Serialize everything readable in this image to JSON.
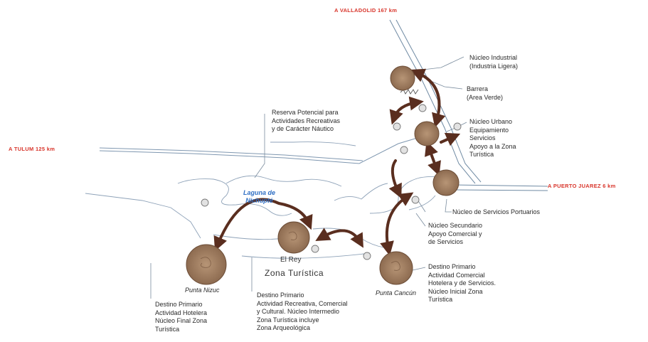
{
  "roads": {
    "valladolid": "A  VALLADOLID   167  km",
    "tulum": "A  TULUM  125  km",
    "puerto_juarez": "A  PUERTO JUAREZ    6  km"
  },
  "colors": {
    "node_fill": "#9c7a5e",
    "arrow": "#5a2e1f",
    "road_label": "#d8342a",
    "lagoon_label": "#2f6fc4",
    "outline": "#7f97b0"
  },
  "lagoon": {
    "line1": "Laguna de",
    "line2": "Nichupté"
  },
  "places": {
    "punta_nizuc": "Punta Nizuc",
    "el_rey": "El Rey",
    "zona_turistica": "Zona  Turística",
    "punta_cancun": "Punta Cancún"
  },
  "labels": {
    "industrial": [
      "Núcleo Industrial",
      "(Industria Ligera)"
    ],
    "barrera": [
      "Barrera",
      "(Area Verde)"
    ],
    "urbano": [
      "Núcleo Urbano",
      "Equipamiento",
      "Servicios",
      "Apoyo a la Zona",
      "Turística"
    ],
    "portuarios": [
      "Núcleo de Servicios Portuarios"
    ],
    "reserva": [
      "Reserva Potencial para",
      "Actividades Recreativas",
      "y de Carácter Náutico"
    ],
    "secundario": [
      "Núcleo Secundario",
      "Apoyo Comercial y",
      "de Servicios"
    ],
    "cancun_primario": [
      "Destino Primario",
      "Actividad Comercial",
      "Hotelera y de Servicios.",
      "Núcleo Inicial Zona",
      "Turística"
    ],
    "elrey_primario": [
      "Destino Primario",
      "Actividad Recreativa, Comercial",
      "y Cultural. Núcleo Intermedio",
      "Zona Turística incluye",
      "Zona Arqueológica"
    ],
    "nizuc_primario": [
      "Destino Primario",
      "Actividad Hotelera",
      "Núcleo Final Zona",
      "Turística"
    ]
  }
}
